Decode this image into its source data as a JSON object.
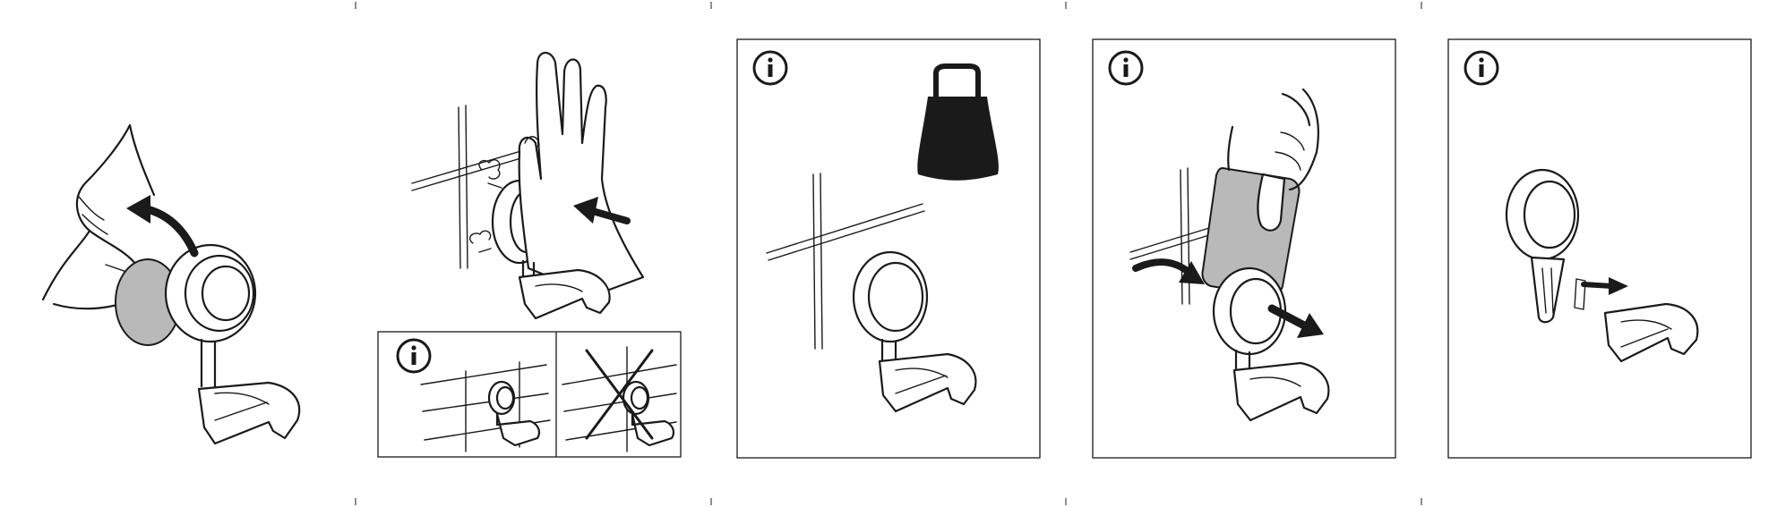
{
  "page": {
    "background": "#ffffff",
    "line_color": "#1a1a1a",
    "fill_gray": "#b9b9b9"
  },
  "panels": [
    {
      "id": "step-peel-suction-cup",
      "icons": [
        "hand-icon",
        "suction-cup-icon",
        "curved-arrow-icon",
        "shower-holder-icon"
      ]
    },
    {
      "id": "step-press-to-wall",
      "icons": [
        "raised-hand-icon",
        "wall-tiles-icon",
        "air-puff-icon",
        "straight-arrow-icon"
      ]
    },
    {
      "id": "step-correct-placement",
      "framed": true,
      "icons": [
        "info-icon",
        "check-placement-icon",
        "cross-icon"
      ]
    },
    {
      "id": "step-weight-info",
      "framed": true,
      "icons": [
        "info-icon",
        "weight-icon",
        "wall-tiles-icon",
        "shower-holder-icon"
      ]
    },
    {
      "id": "step-release-with-card",
      "framed": true,
      "icons": [
        "info-icon",
        "hand-icon",
        "card-icon",
        "curved-arrow-icon",
        "straight-arrow-icon"
      ]
    },
    {
      "id": "step-detach-cradle",
      "framed": true,
      "icons": [
        "info-icon",
        "suction-cup-icon",
        "cradle-icon",
        "straight-arrow-icon"
      ]
    }
  ]
}
